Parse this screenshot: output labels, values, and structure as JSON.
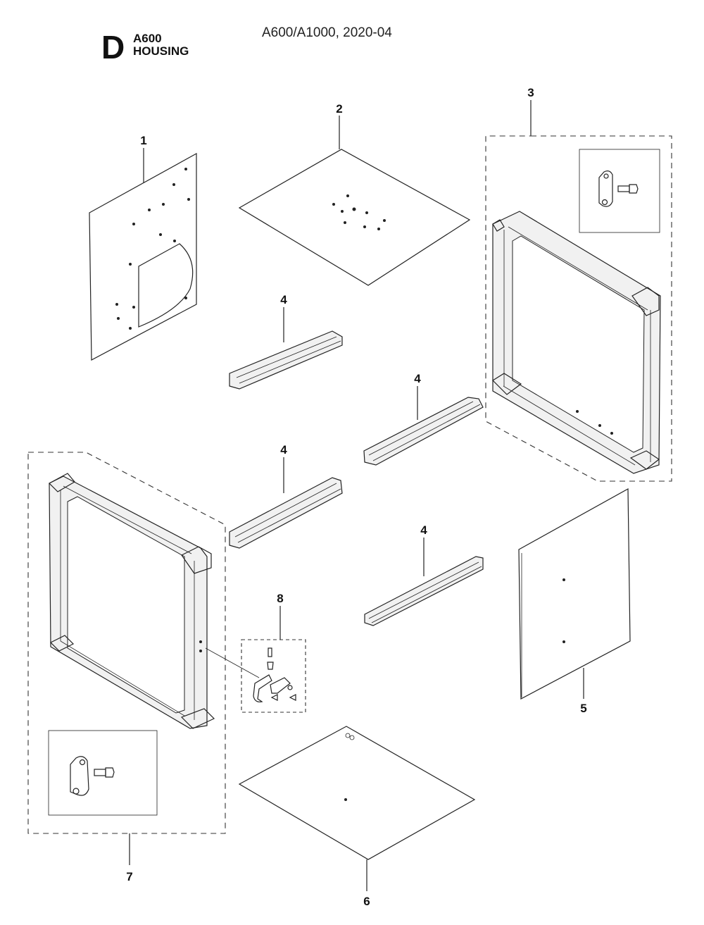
{
  "header": {
    "section_letter": "D",
    "model": "A600",
    "title": "HOUSING",
    "doc_ref": "A600/A1000, 2020-04"
  },
  "callouts": {
    "c1": "1",
    "c2": "2",
    "c3": "3",
    "c4a": "4",
    "c4b": "4",
    "c4c": "4",
    "c4d": "4",
    "c5": "5",
    "c6": "6",
    "c7": "7",
    "c8": "8"
  }
}
